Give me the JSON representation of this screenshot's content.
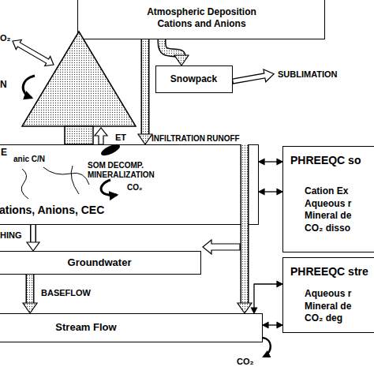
{
  "diagram": {
    "nodes": [
      {
        "text": [
          "Atmospheric Deposition Cations and Anions"
        ]
      },
      {
        "text": [
          "Snowpack"
        ]
      },
      {
        "text": [
          "anic C/N",
          "SOM DECOMP. MINERALIZATION",
          "CO₂",
          "ations, Anions, CEC"
        ]
      },
      {
        "text": [
          "PHREEQC so",
          "Cation Ex Aqueous r Mineral de CO₂ disso"
        ]
      },
      {
        "text": [
          "Groundwater"
        ]
      },
      {
        "text": [
          "PHREEQC stre",
          "Aqueous r Mineral de CO₂ deg"
        ]
      },
      {
        "text": [
          "Stream Flow"
        ]
      }
    ],
    "edges": [
      {
        "from": 0,
        "to": 1,
        "arrow": "to"
      },
      {
        "from": 0,
        "to": 2,
        "arrow": "to",
        "label": "INFILTRATION"
      },
      {
        "from": 2,
        "to": 6,
        "arrow": "to",
        "label": "RUNOFF"
      },
      {
        "from": 2,
        "to": 3,
        "arrow": "both"
      },
      {
        "from": 2,
        "to": 3,
        "arrow": "both"
      },
      {
        "from": 2,
        "to": 4,
        "arrow": "to",
        "label": "HING"
      },
      {
        "from": 4,
        "to": 6,
        "arrow": "to",
        "label": "BASEFLOW"
      },
      {
        "from": 6,
        "to": 5,
        "arrow": "both"
      },
      {
        "from": 6,
        "to": 5,
        "arrow": "both"
      }
    ],
    "labels": [
      "O₂",
      "N",
      "SUBLIMATION",
      "ET",
      "E",
      "CO₂"
    ]
  }
}
